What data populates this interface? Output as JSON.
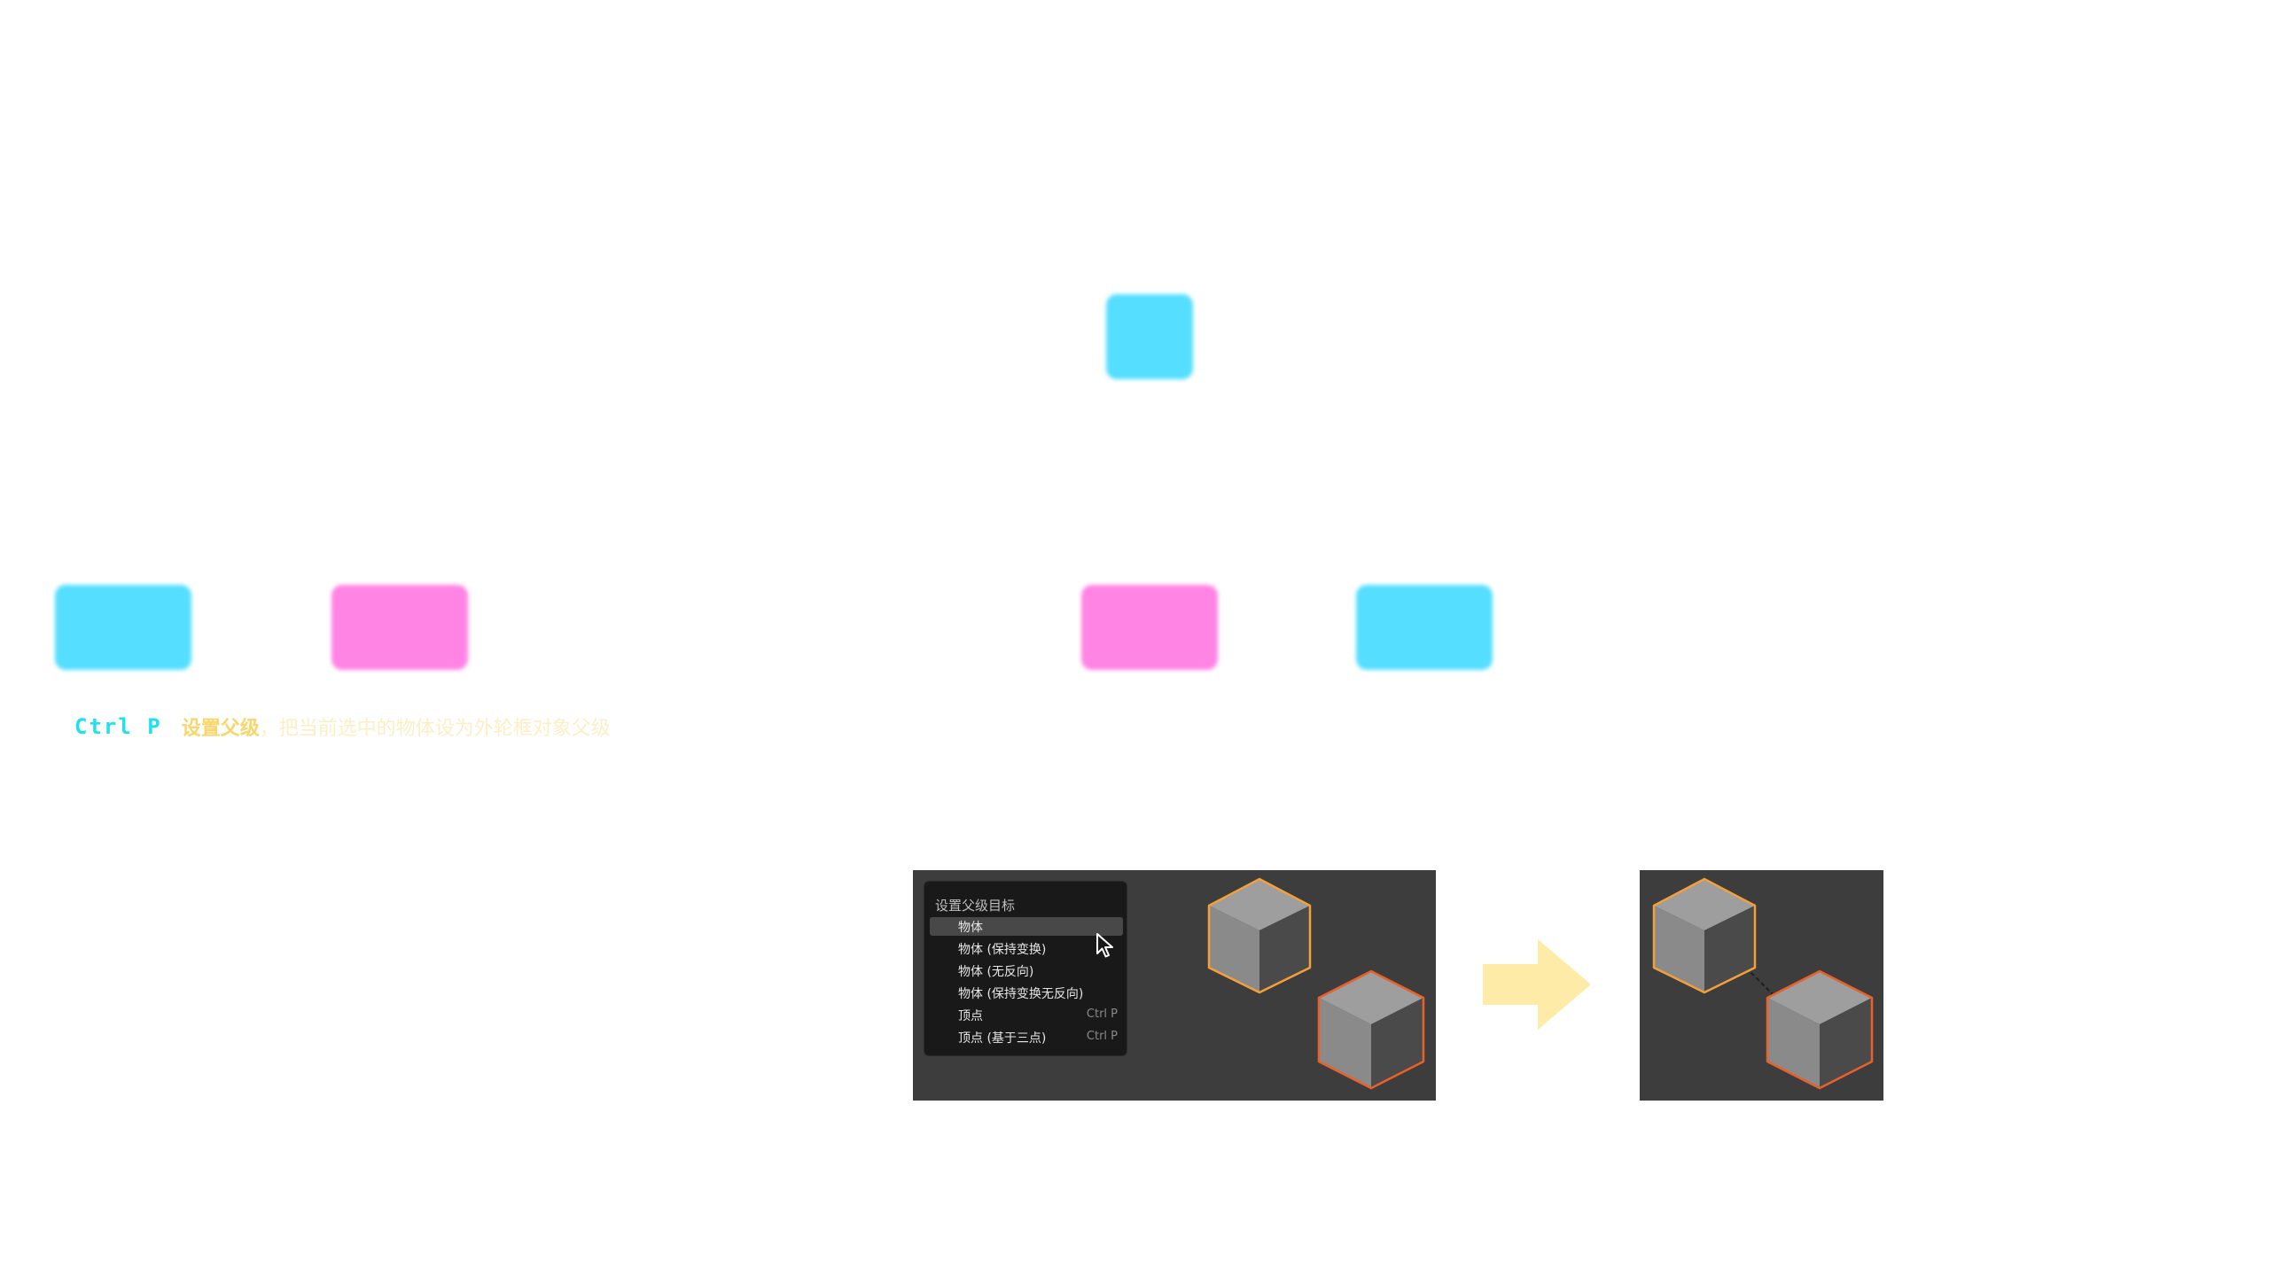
{
  "shortcut": {
    "key": "Ctrl P",
    "action": "设置父级",
    "description": "，把当前选中的物体设为外轮框对象父级"
  },
  "colors": {
    "cyan": "#55DEFF",
    "pink": "#FF84E3",
    "key_text": "#1EE0EE",
    "action_text": "#F9D66B",
    "arrow": "#FFEBA8",
    "selection_outline": "#FF7F27",
    "viewport_bg": "#3D3D3D"
  },
  "menu": {
    "title": "设置父级目标",
    "items": [
      {
        "label": "物体",
        "shortcut": "",
        "highlighted": true
      },
      {
        "label": "物体 (保持变换)",
        "shortcut": ""
      },
      {
        "label": "物体 (无反向)",
        "shortcut": ""
      },
      {
        "label": "物体 (保持变换无反向)",
        "shortcut": ""
      },
      {
        "label": "顶点",
        "shortcut": "Ctrl P"
      },
      {
        "label": "顶点 (基于三点)",
        "shortcut": "Ctrl P"
      }
    ]
  },
  "icons": [
    "mouse-cursor-icon",
    "right-arrow-icon",
    "cube-icon"
  ]
}
